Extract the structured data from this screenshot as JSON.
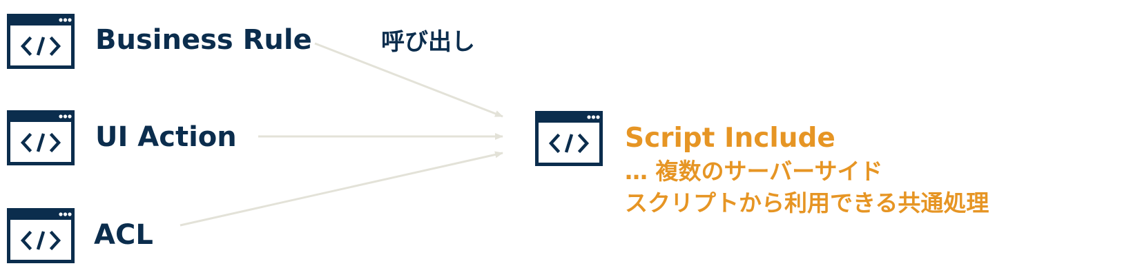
{
  "colors": {
    "icon": "#0b2d4d",
    "source_text": "#0b2d4d",
    "target_text": "#e69524",
    "arrow": "#e3e2d8"
  },
  "icons": {
    "source": "code-window-icon",
    "target": "code-window-icon"
  },
  "sources": [
    {
      "label": "Business Rule"
    },
    {
      "label": "UI Action"
    },
    {
      "label": "ACL"
    }
  ],
  "edge_label": "呼び出し",
  "target": {
    "title": "Script Include",
    "description_line1": "… 複数のサーバーサイド",
    "description_line2": "スクリプトから利用できる共通処理"
  }
}
